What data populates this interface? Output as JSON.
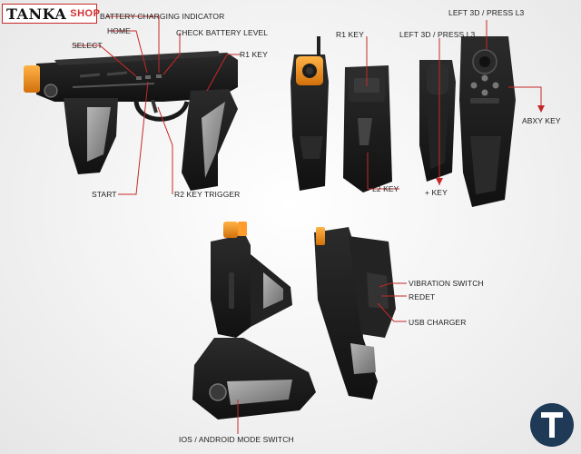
{
  "logo": {
    "brand": "TANKA",
    "shop": "SHOP"
  },
  "labels": {
    "battery_charging_indicator": "BATTERY CHARGING INDICATOR",
    "home": "HOME",
    "select": "SELECT",
    "check_battery_level": "CHECK BATTERY LEVEL",
    "r1_key_side": "R1 KEY",
    "start": "START",
    "r2_key_trigger": "R2 KEY TRIGGER",
    "r1_key_back": "R1 KEY",
    "l2_key": "L2 KEY",
    "left_3d_press_l3_top": "LEFT 3D / PRESS L3",
    "left_3d_press_l3": "LEFT 3D / PRESS L3",
    "abxy_key": "ABXY KEY",
    "plus_key": "+ KEY",
    "vibration_switch": "VIBRATION SWITCH",
    "redet": "REDET",
    "usb_charger": "USB CHARGER",
    "ios_android_mode_switch": "IOS / ANDROID MODE SWITCH"
  },
  "colors": {
    "leader_line": "#c62828",
    "body_dark": "#1c1c1c",
    "accent_orange": "#f08c1a",
    "grip_grey": "#8e8e8e",
    "badge": "#1f3a57"
  },
  "badge_letter": "T"
}
